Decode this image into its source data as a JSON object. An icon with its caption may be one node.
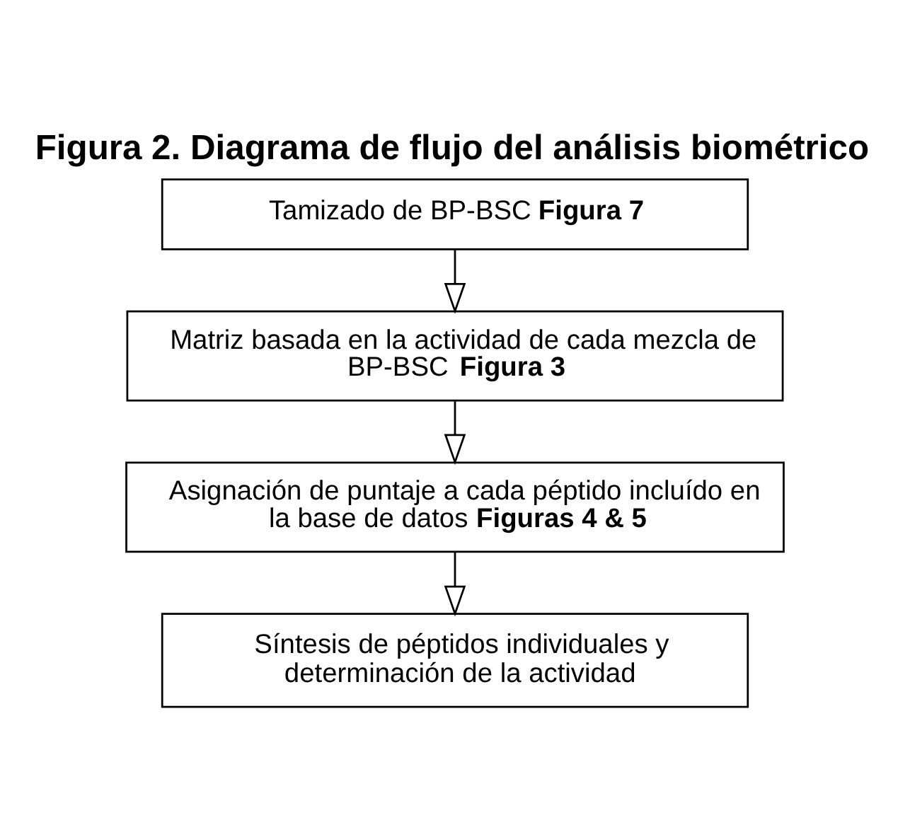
{
  "diagram": {
    "title": "Figura 2. Diagrama de flujo del análisis biométrico",
    "nodes": [
      {
        "text": [
          "Tamizado de BP-BSC **Figura 7**"
        ]
      },
      {
        "text": [
          "Matriz basada en la actividad de cada mezcla de BP-BSC **Figura 3**"
        ]
      },
      {
        "text": [
          "Asignación de puntaje a cada péptido incluído en la base de datos **Figuras 4 & 5**"
        ]
      },
      {
        "text": [
          "Síntesis de péptidos individuales y determinación de la actividad"
        ]
      }
    ],
    "edges": [
      {
        "from": 0,
        "to": 1,
        "arrow": "to"
      },
      {
        "from": 1,
        "to": 2,
        "arrow": "to"
      },
      {
        "from": 2,
        "to": 3,
        "arrow": "to"
      }
    ]
  }
}
